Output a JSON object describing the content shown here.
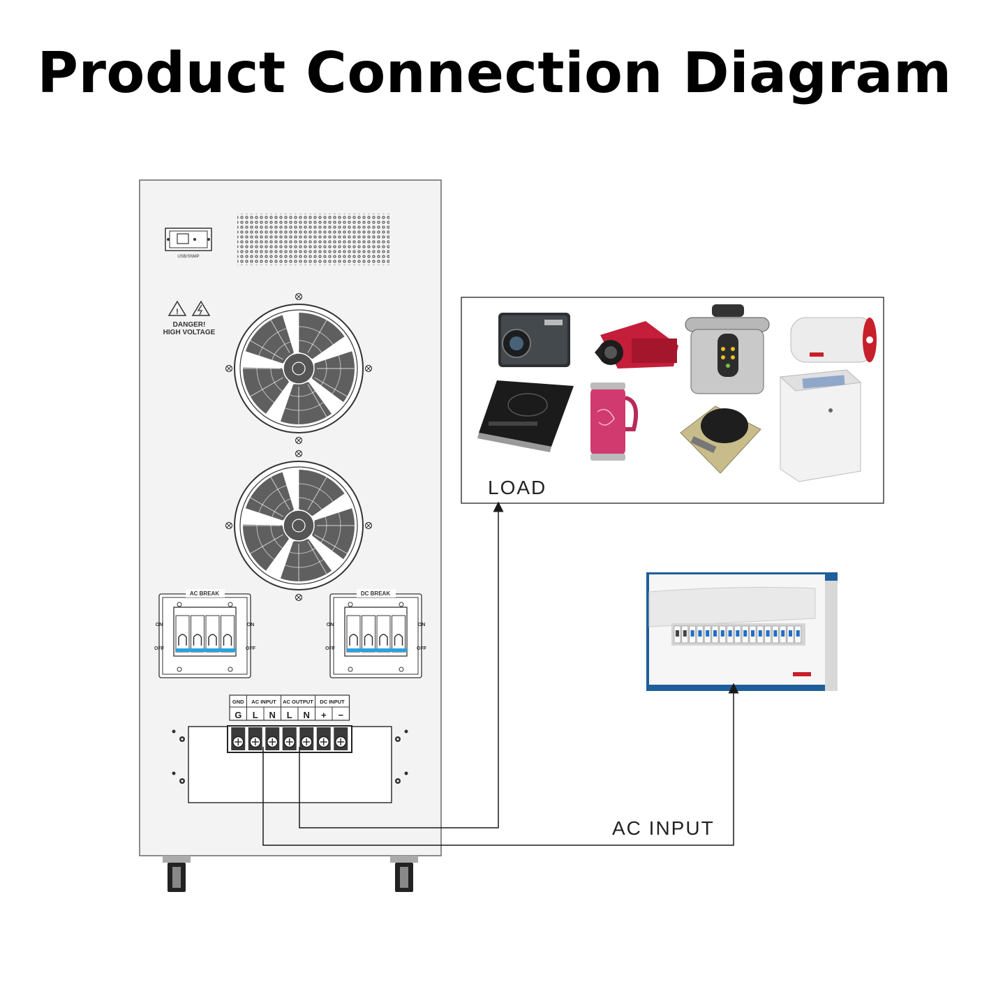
{
  "title": "Product Connection Diagram",
  "panel": {
    "port_label": "USB/SNMP",
    "warning_line1": "DANGER!",
    "warning_line2": "HIGH VOLTAGE",
    "ac_break": "AC BREAK",
    "dc_break": "DC BREAK",
    "on": "ON",
    "off": "OFF",
    "terminal_groups": [
      "GND",
      "AC INPUT",
      "AC OUTPUT",
      "DC INPUT"
    ],
    "terminal_pins": [
      "G",
      "L",
      "N",
      "L",
      "N",
      "+",
      "−"
    ]
  },
  "labels": {
    "load": "LOAD",
    "ac_input": "AC INPUT"
  },
  "colors": {
    "line": "#1a1a1a",
    "cabinet": "#f2f2f2",
    "fan_blade": "#5f5f5f",
    "breaker_accent": "#2aa3e0"
  }
}
